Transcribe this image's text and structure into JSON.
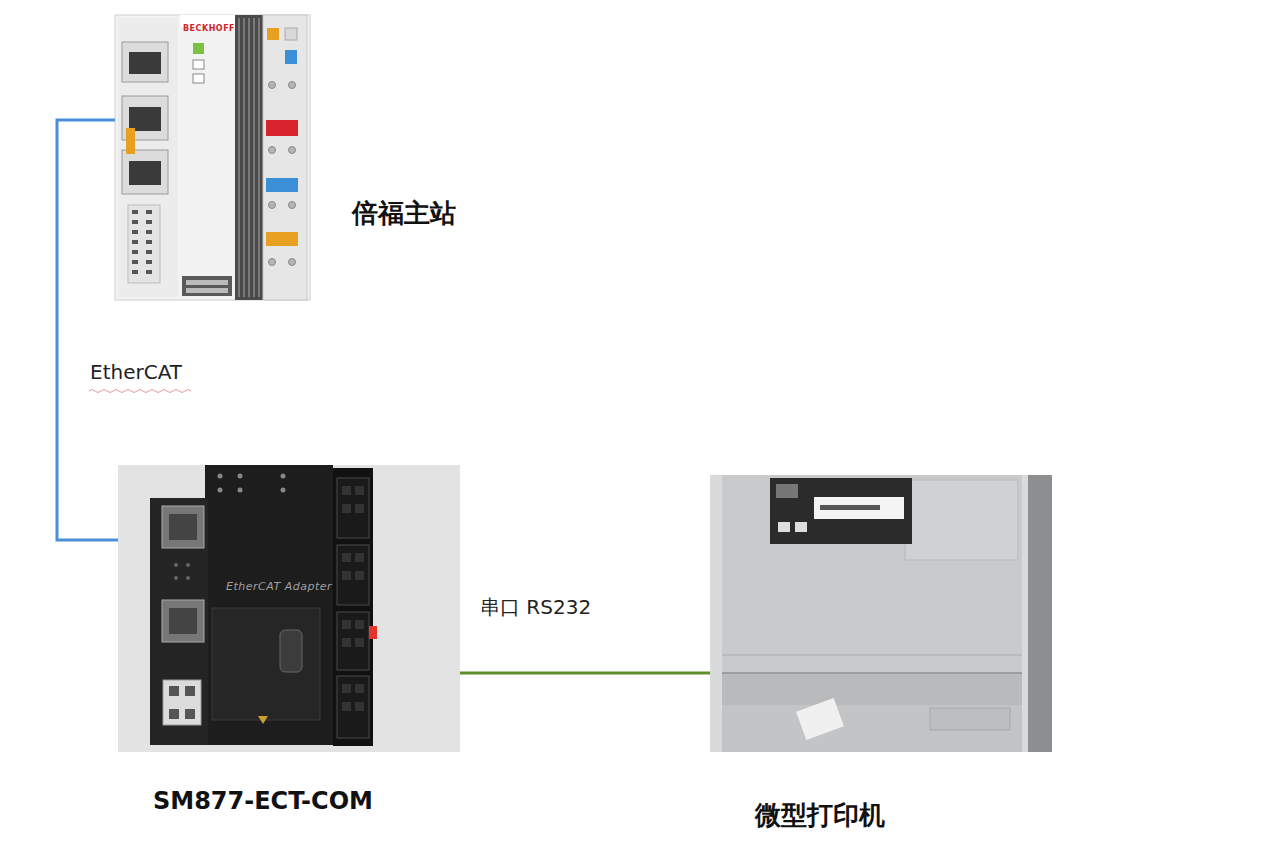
{
  "diagram": {
    "nodes": [
      {
        "text": [
          "倍福主站"
        ]
      },
      {
        "text": [
          "SM877-ECT-COM"
        ]
      },
      {
        "text": [
          "微型打印机"
        ]
      }
    ],
    "edges": [
      {
        "from": 0,
        "to": 1,
        "label": "EtherCAT",
        "arrow": "none"
      },
      {
        "from": 1,
        "to": 2,
        "label": "串口 RS232",
        "arrow": "none"
      }
    ],
    "labels": [
      "BECKHOFF",
      "EtherCAT Adapter"
    ]
  }
}
